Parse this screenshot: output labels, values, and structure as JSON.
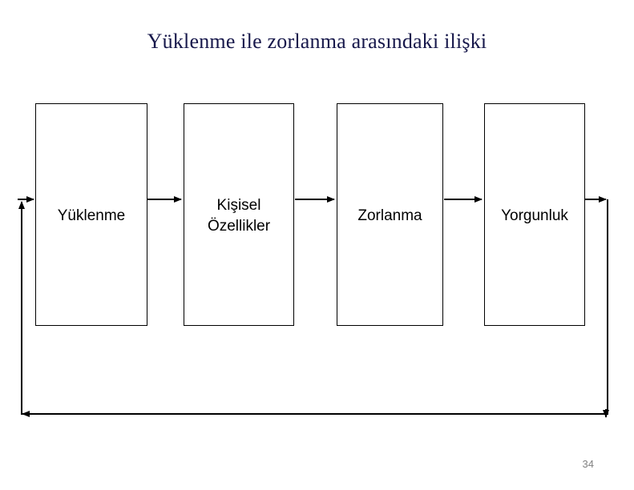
{
  "slide": {
    "title": "Yüklenme ile zorlanma arasındaki ilişki",
    "title_color": "#17184b",
    "background_color": "#ffffff",
    "page_number": "34",
    "page_number_color": "#808080"
  },
  "diagram": {
    "type": "flow-chart",
    "line_color": "#000000",
    "box_fill": "#ffffff",
    "nodes": [
      {
        "id": "yuklenme",
        "label": "Yüklenme"
      },
      {
        "id": "kisisel-ozellikler",
        "label": "Kişisel\nÖzellikler"
      },
      {
        "id": "zorlanma",
        "label": "Zorlanma"
      },
      {
        "id": "yorgunluk",
        "label": "Yorgunluk"
      }
    ],
    "connectors": [
      {
        "from": "yuklenme",
        "to": "kisisel-ozellikler",
        "kind": "arrow-right"
      },
      {
        "from": "kisisel-ozellikler",
        "to": "zorlanma",
        "kind": "arrow-right"
      },
      {
        "from": "zorlanma",
        "to": "yorgunluk",
        "kind": "arrow-right"
      },
      {
        "from": "yorgunluk",
        "to": "yuklenme",
        "kind": "feedback-loop-bottom"
      }
    ]
  }
}
